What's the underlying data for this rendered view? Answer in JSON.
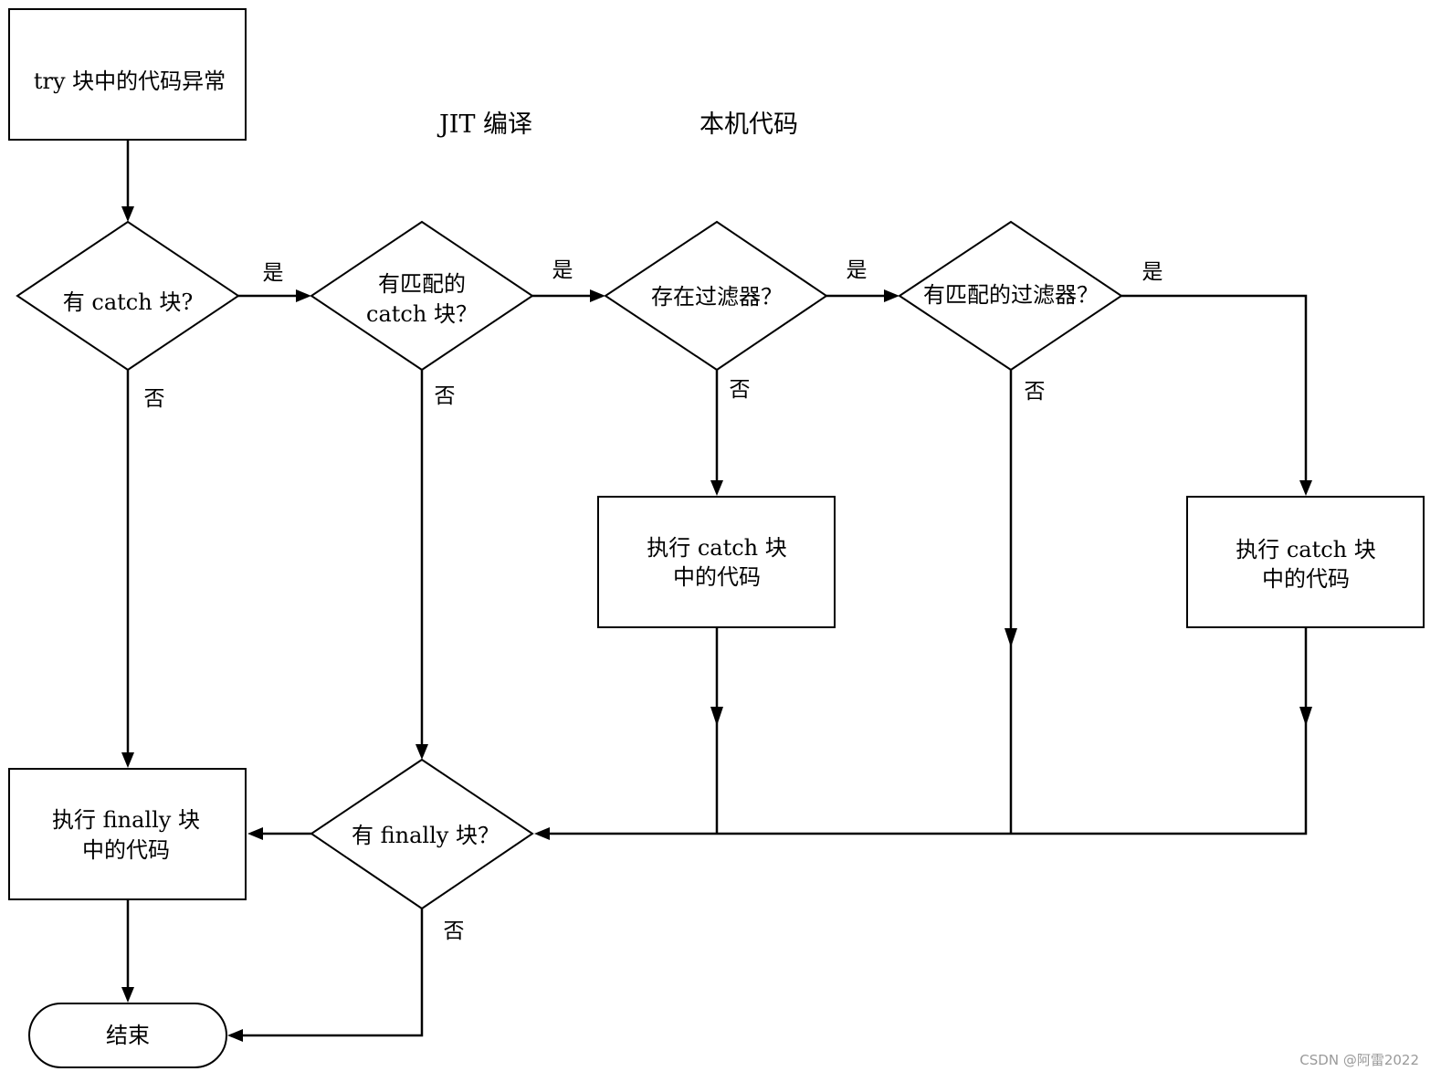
{
  "headers": {
    "jit": "JIT 编译",
    "native": "本机代码"
  },
  "nodes": {
    "start": "try 块中的代码异常",
    "has_catch": "有 catch 块?",
    "matching_catch_1": "有匹配的",
    "matching_catch_2": "catch 块？",
    "filter_exists": "存在过滤器？",
    "matching_filter": "有匹配的过滤器？",
    "exec_catch_a_1": "执行 catch 块",
    "exec_catch_a_2": "中的代码",
    "exec_catch_b_1": "执行 catch 块",
    "exec_catch_b_2": "中的代码",
    "has_finally": "有 finally 块？",
    "exec_finally_1": "执行 finally 块",
    "exec_finally_2": "中的代码",
    "end": "结束"
  },
  "edge_labels": {
    "yes": "是",
    "no": "否"
  },
  "watermark": "CSDN @阿雷2022"
}
